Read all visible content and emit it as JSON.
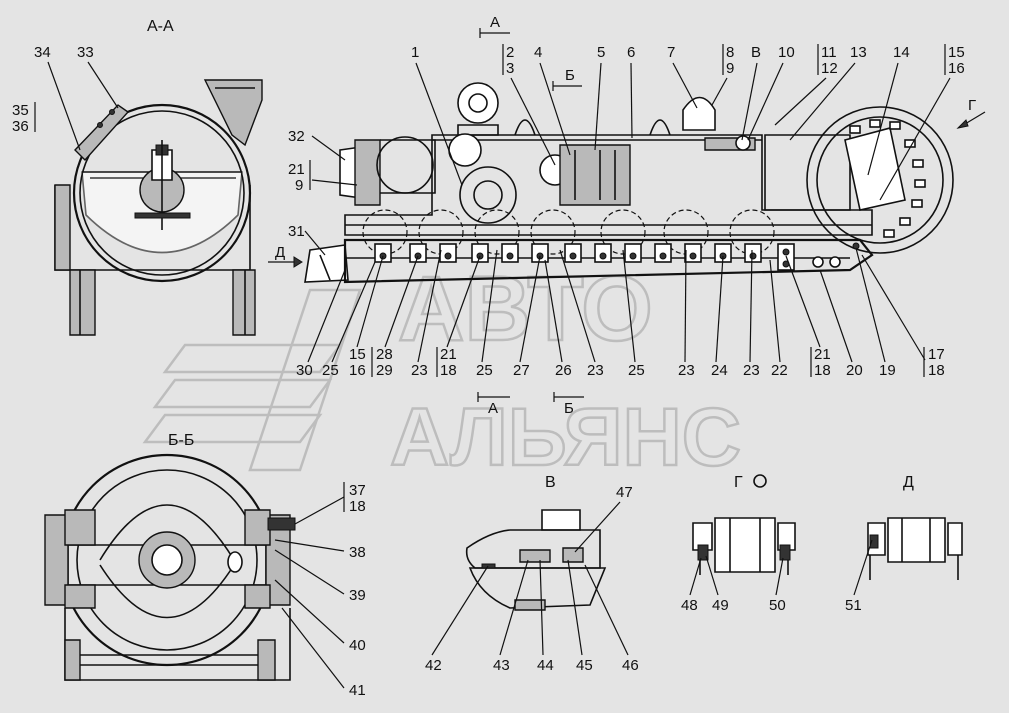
{
  "section_titles": {
    "aa": "А-А",
    "bb": "Б-Б",
    "v": "В",
    "g": "Г",
    "d": "Д"
  },
  "view_markers": {
    "a_top": "А",
    "b_top": "Б",
    "v_top": "В",
    "g_right": "Г",
    "d_left": "Д",
    "a_bottom": "А",
    "b_bottom": "Б"
  },
  "watermark": {
    "line1": "АВТО",
    "line2": "АЛЬЯНС"
  },
  "callouts": {
    "aa": [
      "34",
      "33",
      "35",
      "36"
    ],
    "main_top": [
      "1",
      "2",
      "3",
      "4",
      "5",
      "6",
      "7",
      "8",
      "9",
      "В",
      "10",
      "11",
      "12",
      "13",
      "14",
      "15",
      "16"
    ],
    "main_left": [
      "32",
      "21",
      "9",
      "31"
    ],
    "main_bottom": [
      "30",
      "25",
      "15",
      "16",
      "28",
      "29",
      "23",
      "21",
      "18",
      "25",
      "27",
      "26",
      "23",
      "25",
      "23",
      "24",
      "23",
      "22",
      "21",
      "18",
      "20",
      "19",
      "17",
      "18"
    ],
    "bb": [
      "37",
      "18",
      "38",
      "39",
      "40",
      "41"
    ],
    "v": [
      "47",
      "42",
      "43",
      "44",
      "45",
      "46"
    ],
    "g": [
      "48",
      "49",
      "50"
    ],
    "d": [
      "51"
    ]
  }
}
